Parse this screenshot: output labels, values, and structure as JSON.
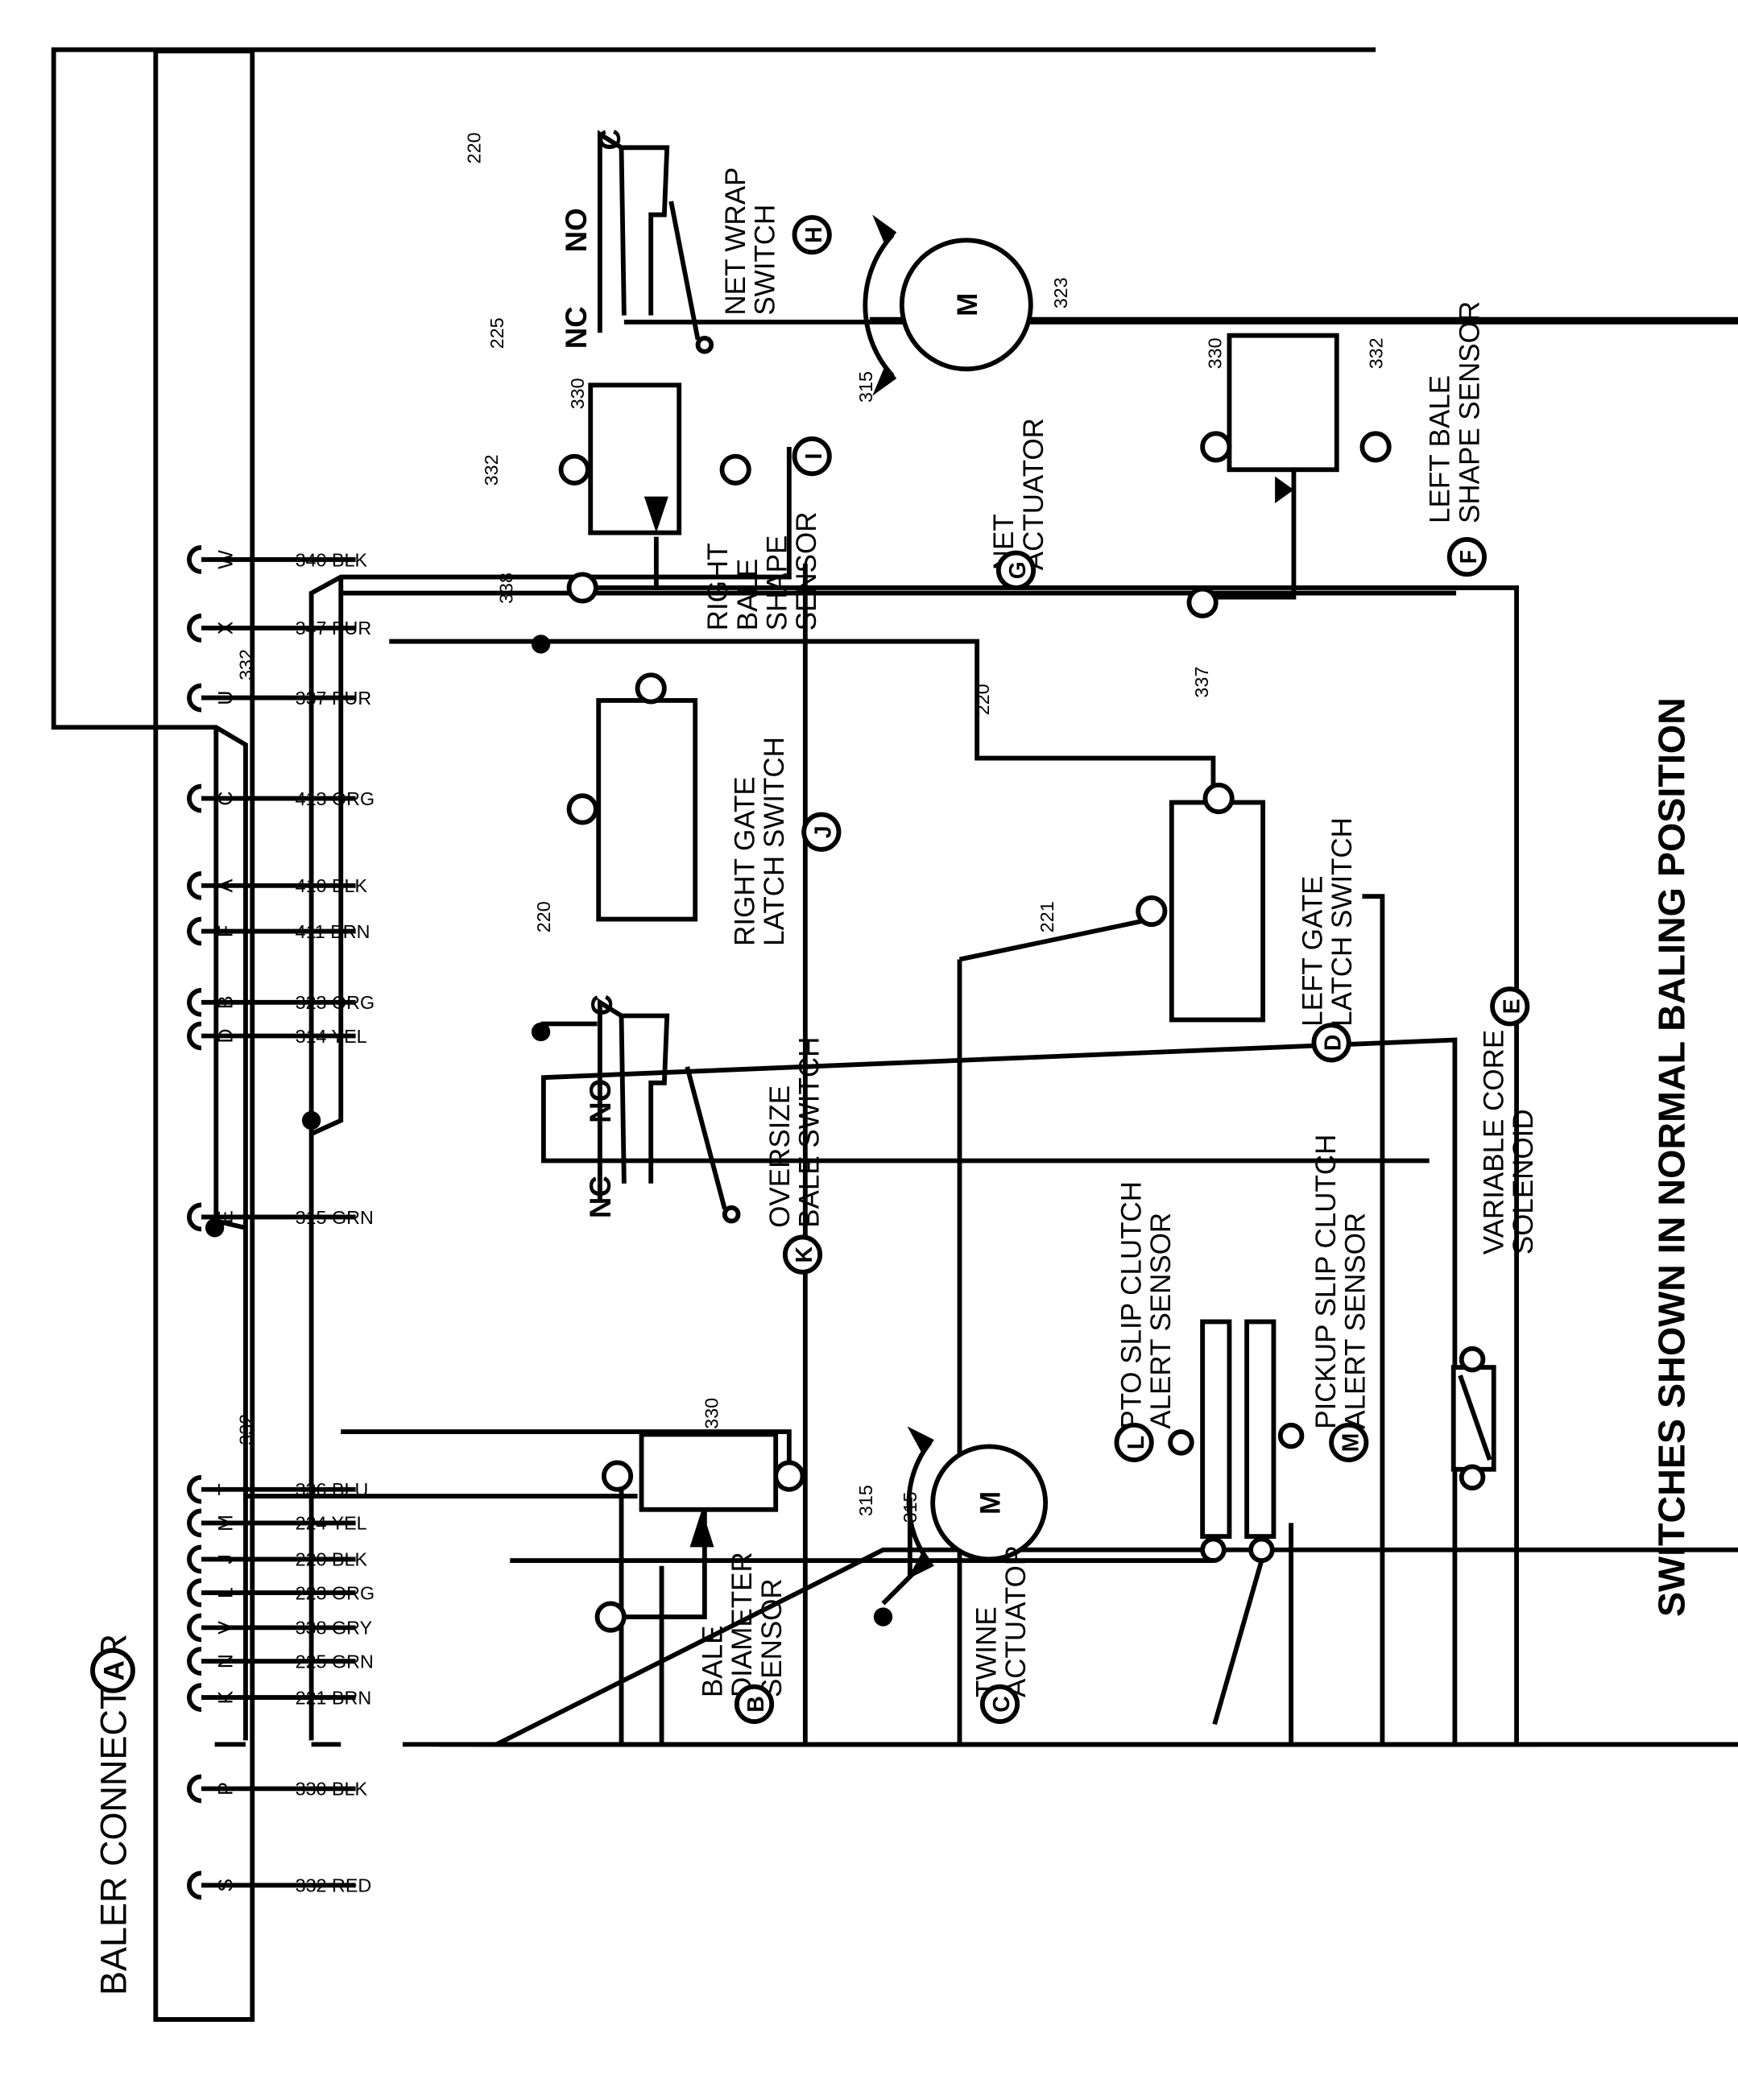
{
  "title": "SWITCHES SHOWN IN NORMAL BALING POSITION",
  "connector": {
    "label": "BALER CONNECTOR",
    "letter": "A",
    "pins": [
      {
        "pin": "S",
        "wire": "332 RED"
      },
      {
        "pin": "P",
        "wire": "330 BLK"
      },
      {
        "pin": "K",
        "wire": "221 BRN"
      },
      {
        "pin": "N",
        "wire": "225 GRN"
      },
      {
        "pin": "V",
        "wire": "338 GRY"
      },
      {
        "pin": "L",
        "wire": "223 ORG"
      },
      {
        "pin": "J",
        "wire": "220 BLK"
      },
      {
        "pin": "M",
        "wire": "224 YEL"
      },
      {
        "pin": "T",
        "wire": "336 BLU"
      },
      {
        "pin": "E",
        "wire": "315 GRN"
      },
      {
        "pin": "D",
        "wire": "314 YEL"
      },
      {
        "pin": "B",
        "wire": "323 ORG"
      },
      {
        "pin": "F",
        "wire": "411 BRN"
      },
      {
        "pin": "A",
        "wire": "410 BLK"
      },
      {
        "pin": "C",
        "wire": "413 ORG"
      },
      {
        "pin": "U",
        "wire": "337 PUR"
      },
      {
        "pin": "X",
        "wire": "347 PUR"
      },
      {
        "pin": "W",
        "wire": "340 BLK"
      }
    ]
  },
  "components": [
    {
      "id": "B",
      "lines": [
        "BALE",
        "DIAMETER",
        "SENSOR"
      ]
    },
    {
      "id": "C",
      "lines": [
        "TWINE",
        "ACTUATOR"
      ]
    },
    {
      "id": "D",
      "lines": [
        "LEFT GATE",
        "LATCH SWITCH"
      ]
    },
    {
      "id": "E",
      "lines": [
        "VARIABLE CORE",
        "SOLENOID"
      ]
    },
    {
      "id": "F",
      "lines": [
        "LEFT BALE",
        "SHAPE SENSOR"
      ]
    },
    {
      "id": "G",
      "lines": [
        "NET",
        "ACTUATOR"
      ]
    },
    {
      "id": "H",
      "lines": [
        "NET WRAP",
        "SWITCH"
      ]
    },
    {
      "id": "I",
      "lines": [
        "RIGHT",
        "BALE",
        "SHAPE",
        "SENSOR"
      ]
    },
    {
      "id": "J",
      "lines": [
        "RIGHT GATE",
        "LATCH SWITCH"
      ]
    },
    {
      "id": "K",
      "lines": [
        "OVERSIZE",
        "BALE SWITCH"
      ]
    },
    {
      "id": "L",
      "lines": [
        "PTO SLIP CLUTCH",
        "ALERT SENSOR"
      ]
    },
    {
      "id": "M",
      "lines": [
        "PICKUP SLIP CLUTCH",
        "ALERT SENSOR"
      ]
    }
  ],
  "wire_labels": {
    "w332": "332",
    "w330": "330",
    "w220": "220",
    "w221": "221",
    "w225": "225",
    "w338": "338",
    "w315": "315",
    "w323": "323",
    "w337": "337"
  },
  "switch_terms": {
    "c": "C",
    "no": "NO",
    "nc": "NC"
  },
  "motor_symbol": "M"
}
